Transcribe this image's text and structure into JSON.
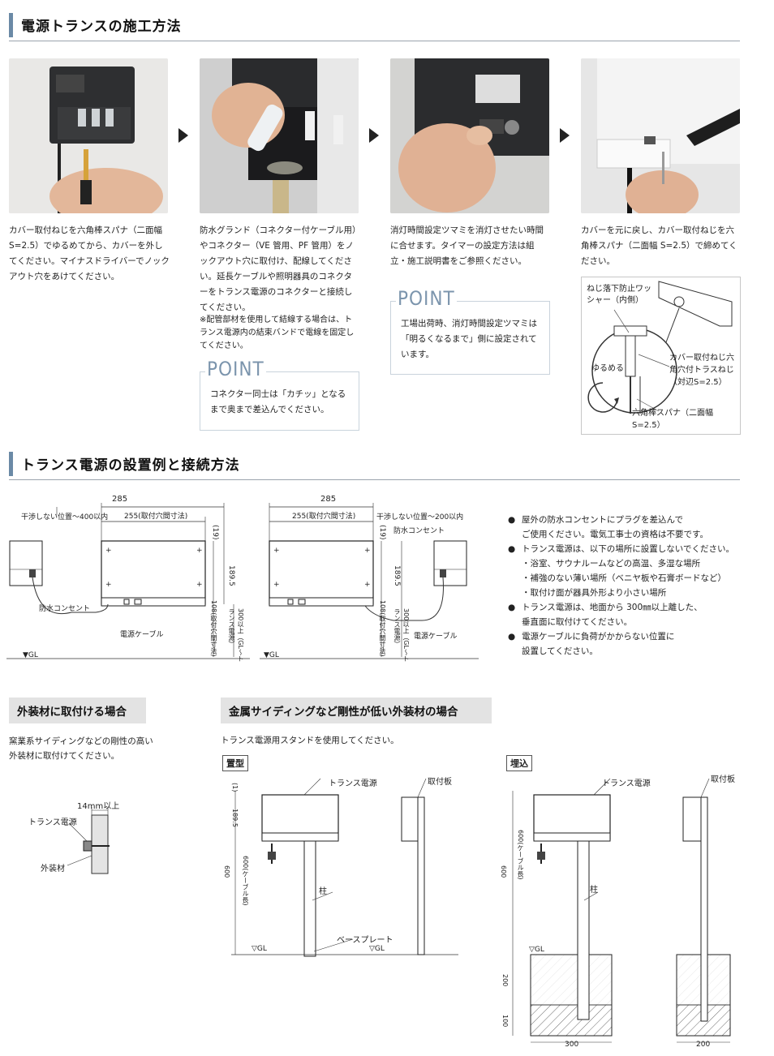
{
  "section1": {
    "title": "電源トランスの施工方法"
  },
  "steps": [
    {
      "caption": "カバー取付ねじを六角棒スパナ（二面幅 S=2.5）でゆるめてから、カバーを外してください。マイナスドライバーでノックアウト穴をあけてください。"
    },
    {
      "caption": "防水グランド（コネクター付ケーブル用）やコネクター（VE 管用、PF 管用）をノックアウト穴に取付け、配線してください。延長ケーブルや照明器具のコネクターをトランス電源のコネクターと接続してください。",
      "note": "※配管部材を使用して結線する場合は、トランス電源内の結束バンドで電線を固定してください。"
    },
    {
      "caption": "消灯時間設定ツマミを消灯させたい時間に合せます。タイマーの設定方法は組立・施工説明書をご参照ください。"
    },
    {
      "caption": "カバーを元に戻し、カバー取付ねじを六角棒スパナ（二面幅 S=2.5）で締めてください。"
    }
  ],
  "points": [
    {
      "label": "POINT",
      "text": "コネクター同士は「カチッ」となるまで奥まで差込んでください。"
    },
    {
      "label": "POINT",
      "text": "工場出荷時、消灯時間設定ツマミは「明るくなるまで」側に設定されています。"
    }
  ],
  "detail_diagram": {
    "washer": "ねじ落下防止ワッシャー（内側）",
    "screw": "カバー取付ねじ六角穴付トラスねじ（対辺S=2.5）",
    "loosen": "ゆるめる",
    "wrench": "六角棒スパナ（二面幅S=2.5）"
  },
  "section2": {
    "title": "トランス電源の設置例と接続方法"
  },
  "install_left": {
    "dim_total": "285",
    "dim_hole": "255(取付穴間寸法)",
    "clear": "干渉しない位置〜400以内",
    "outlet": "防水コンセント",
    "cable": "電源ケーブル",
    "d19": "(19)",
    "d189": "189.5",
    "d108": "108(取付穴間寸法)",
    "d300": "300以上（GL〜トランス電源）",
    "gl": "▼GL"
  },
  "install_right": {
    "dim_total": "285",
    "dim_hole": "255(取付穴間寸法)",
    "clear": "干渉しない位置〜200以内",
    "outlet": "防水コンセント",
    "cable": "電源ケーブル",
    "d19": "(19)",
    "d189": "189.5",
    "d108": "108(取付穴間寸法)",
    "d300": "300以上（GL〜トランス電源）",
    "gl": "▼GL"
  },
  "bullets": [
    {
      "lines": [
        "屋外の防水コンセントにプラグを差込んで",
        "ご使用ください。電気工事士の資格は不要です。"
      ]
    },
    {
      "lines": [
        "トランス電源は、以下の場所に設置しないでください。",
        "・浴室、サウナルームなどの高温、多湿な場所",
        "・補強のない薄い場所（ベニヤ板や石膏ボードなど）",
        "・取付け面が器具外形より小さい場所"
      ]
    },
    {
      "lines": [
        "トランス電源は、地面から 300㎜以上離した、",
        "垂直面に取付けてください。"
      ]
    },
    {
      "lines": [
        "電源ケーブルに負荷がかからない位置に",
        "設置してください。"
      ]
    }
  ],
  "exterior": {
    "tag": "外装材に取付ける場合",
    "text": [
      "窯業系サイディングなどの剛性の高い",
      "外装材に取付けてください。"
    ],
    "dim": "14mm以上",
    "transformer": "トランス電源",
    "wall": "外装材"
  },
  "metal": {
    "tag": "金属サイディングなど剛性が低い外装材の場合",
    "text": "トランス電源用スタンドを使用してください。",
    "placed": {
      "tag": "置型",
      "transformer": "トランス電源",
      "plate": "取付板",
      "post": "柱",
      "base": "ベースプレート",
      "gl1": "▽GL",
      "gl2": "▽GL",
      "d1": "(1)",
      "d1895": "189.5",
      "d600": "600",
      "cable": "600(ケーブル長)"
    },
    "buried": {
      "tag": "埋込",
      "transformer": "トランス電源",
      "plate": "取付板",
      "post": "柱",
      "gl": "▽GL",
      "d600": "600",
      "cable": "600(ケーブル長)",
      "d200": "200",
      "d100": "100",
      "w300": "300",
      "w200": "200"
    }
  },
  "colors": {
    "accent": "#6b8aa6",
    "point": "#7c95ad",
    "tag_bg": "#e3e3e3"
  }
}
